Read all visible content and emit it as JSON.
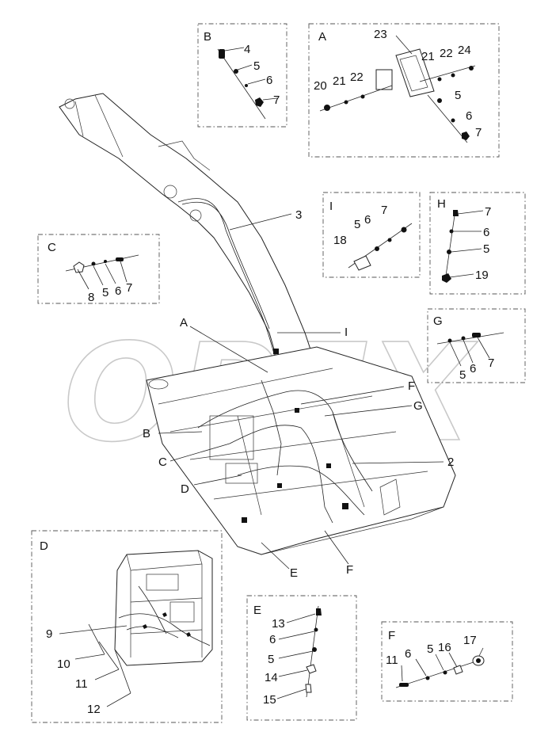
{
  "watermark": "OPEX",
  "labels": {
    "view_A": "A",
    "view_B": "B",
    "view_C": "C",
    "view_D": "D",
    "view_E": "E",
    "view_F": "F",
    "view_G": "G",
    "view_H": "H",
    "view_I": "I",
    "n2": "2",
    "n3": "3",
    "n4": "4",
    "n5": "5",
    "n6": "6",
    "n7": "7",
    "n8": "8",
    "n9": "9",
    "n10": "10",
    "n11": "11",
    "n12": "12",
    "n13": "13",
    "n14": "14",
    "n15": "15",
    "n16": "16",
    "n17": "17",
    "n18": "18",
    "n19": "19",
    "n20": "20",
    "n21": "21",
    "n22": "22",
    "n23": "23",
    "n24": "24"
  }
}
